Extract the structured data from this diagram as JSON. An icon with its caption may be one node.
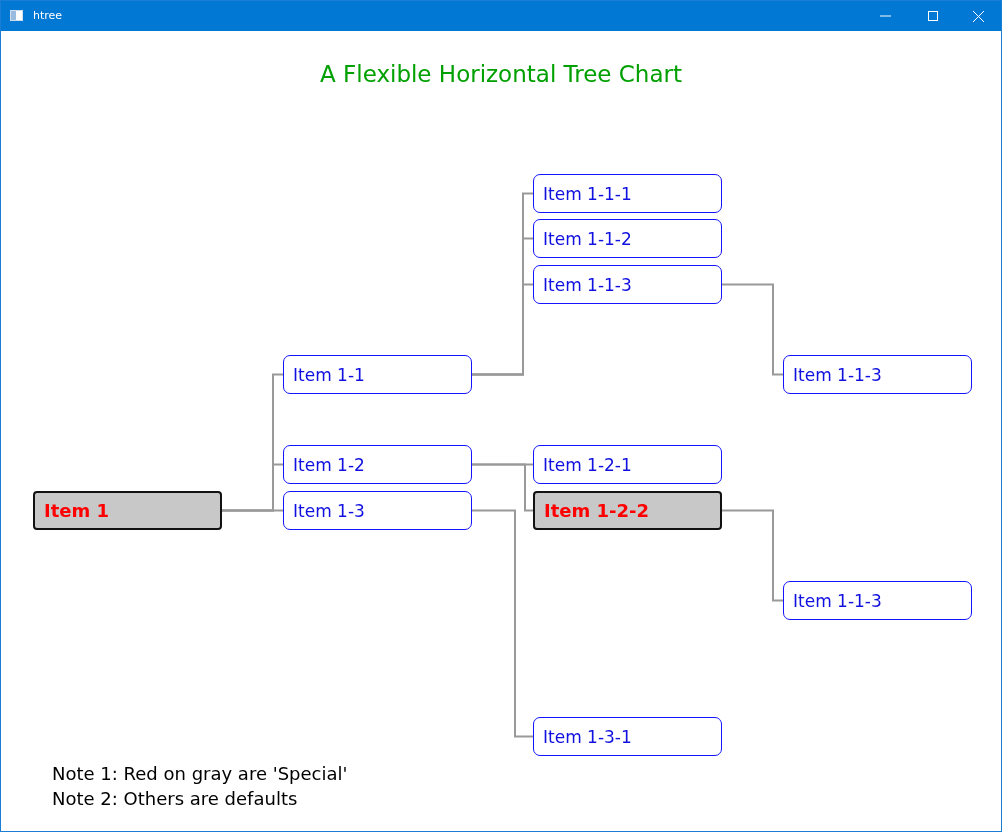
{
  "diagram": {
    "title": "A Flexible Horizontal Tree Chart",
    "nodes": [
      {
        "text": [
          "Item 1"
        ]
      },
      {
        "text": [
          "Item 1-1"
        ]
      },
      {
        "text": [
          "Item 1-2"
        ]
      },
      {
        "text": [
          "Item 1-3"
        ]
      },
      {
        "text": [
          "Item 1-1-1"
        ]
      },
      {
        "text": [
          "Item 1-1-2"
        ]
      },
      {
        "text": [
          "Item 1-1-3"
        ]
      },
      {
        "text": [
          "Item 1-1-3"
        ]
      },
      {
        "text": [
          "Item 1-2-1"
        ]
      },
      {
        "text": [
          "Item 1-2-2"
        ]
      },
      {
        "text": [
          "Item 1-1-3"
        ]
      },
      {
        "text": [
          "Item 1-3-1"
        ]
      }
    ],
    "edges": [
      {
        "from": 0,
        "to": 1,
        "arrow": "none"
      },
      {
        "from": 0,
        "to": 2,
        "arrow": "none"
      },
      {
        "from": 0,
        "to": 3,
        "arrow": "none"
      },
      {
        "from": 1,
        "to": 4,
        "arrow": "none"
      },
      {
        "from": 1,
        "to": 5,
        "arrow": "none"
      },
      {
        "from": 1,
        "to": 6,
        "arrow": "none"
      },
      {
        "from": 6,
        "to": 7,
        "arrow": "none"
      },
      {
        "from": 2,
        "to": 8,
        "arrow": "none"
      },
      {
        "from": 2,
        "to": 9,
        "arrow": "none"
      },
      {
        "from": 9,
        "to": 10,
        "arrow": "none"
      },
      {
        "from": 3,
        "to": 11,
        "arrow": "none"
      }
    ],
    "labels": [
      "htree",
      "Note 1: Red on gray are 'Special'",
      "Note 2: Others are defaults"
    ]
  }
}
